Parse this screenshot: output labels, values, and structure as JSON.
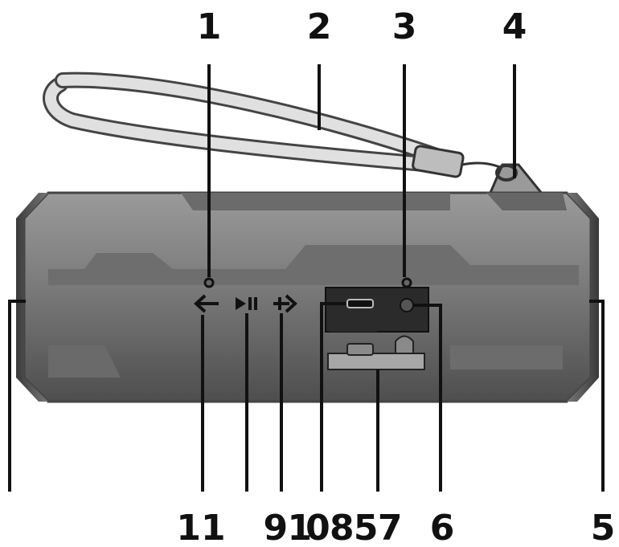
{
  "callouts": {
    "top": [
      "1",
      "2",
      "3",
      "4"
    ],
    "bottom_left": "11",
    "bottom_center": "9 10 8 5 7",
    "bottom_six": "6",
    "bottom_right": "5"
  },
  "colors": {
    "body_dark": "#5f5f5f",
    "body_light": "#8a8a8a",
    "body_mid": "#747474",
    "panel": "#2b2b2b",
    "lead": "#111111",
    "strap": "#cfcfcf"
  },
  "icons": [
    "prev-arrow-icon",
    "play-pause-icon",
    "next-arrow-icon",
    "usb-port-icon",
    "aux-jack-icon",
    "status-led-icon"
  ]
}
